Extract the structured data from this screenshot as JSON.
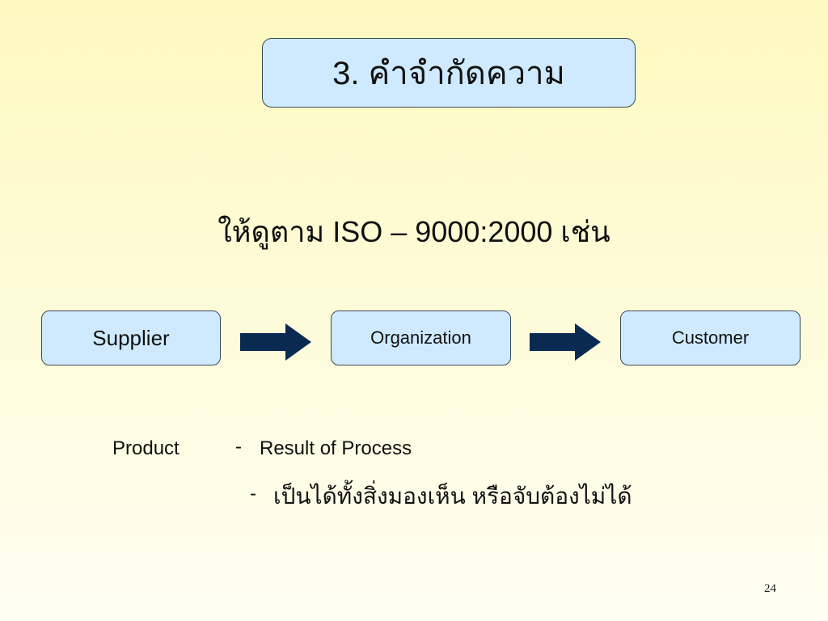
{
  "slide": {
    "title": "3. คำจำกัดความ",
    "subtitle": "ให้ดูตาม ISO – 9000:2000 เช่น",
    "page_number": "24"
  },
  "flow": {
    "nodes": [
      "Supplier",
      "Organization",
      "Customer"
    ],
    "arrow_color": "#0b2a52",
    "box_fill": "#cfeaff"
  },
  "product": {
    "label": "Product",
    "dash": "-",
    "definition_1": "Result of Process",
    "definition_2": "เป็นได้ทั้งสิ่งมองเห็น หรือจับต้องไม่ได้"
  }
}
